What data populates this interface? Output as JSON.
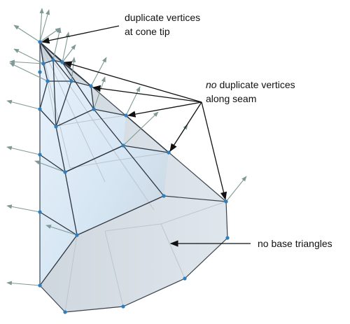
{
  "labels": {
    "tip_line1": "duplicate vertices",
    "tip_line2": "at cone tip",
    "seam_no": "no",
    "seam_rest": " duplicate vertices",
    "seam_line2": "along seam",
    "base": "no base triangles"
  },
  "colors": {
    "surface_fill": "#dde6ee",
    "surface_light": "#eaf3fb",
    "front_face": "#c9d1d8",
    "edge": "#2c3440",
    "back_edge": "#b8c2cc",
    "vertex": "#2e7fbf",
    "normal_arrow": "#7f9a96",
    "callout": "#111111"
  }
}
